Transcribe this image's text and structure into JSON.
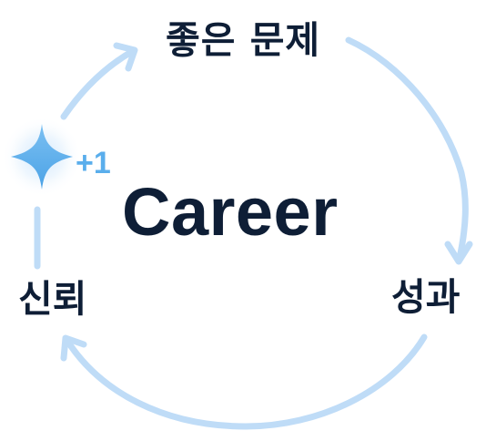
{
  "diagram": {
    "center_title": "Career",
    "nodes": {
      "top": "좋은 문제",
      "right": "성과",
      "left": "신뢰"
    },
    "badge": {
      "text": "+1",
      "icon": "sparkle-icon"
    }
  },
  "colors": {
    "text": "#0e1e36",
    "arrow": "#bfdcf7",
    "accent": "#5aaeec",
    "glow": "#d9ecfb"
  }
}
